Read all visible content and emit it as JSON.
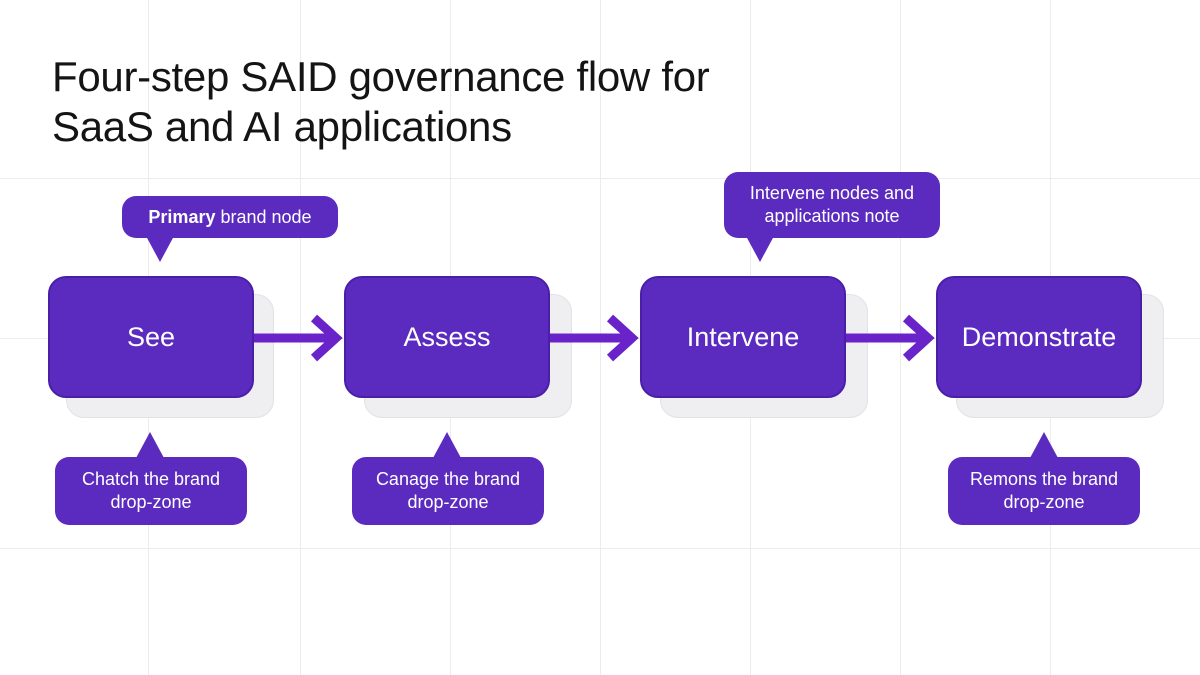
{
  "title": {
    "line1": "Four-step SAID governance flow for",
    "line2": "SaaS and AI applications"
  },
  "nodes": [
    {
      "label": "See"
    },
    {
      "label": "Assess"
    },
    {
      "label": "Intervene"
    },
    {
      "label": "Demonstrate"
    }
  ],
  "callouts_top": {
    "primary": {
      "bold": "Primary",
      "rest": " brand node"
    },
    "intervene": {
      "line1": "Intervene nodes and",
      "line2": "applications note"
    }
  },
  "callouts_bottom": [
    {
      "line1": "Chatch the brand",
      "line2": "drop-zone"
    },
    {
      "line1": "Canage the brand",
      "line2": "drop-zone"
    },
    {
      "line1": "Remons the brand",
      "line2": "drop-zone"
    }
  ],
  "colors": {
    "node_fill": "#5b2bc0",
    "arrow": "#6a23c8",
    "background": "#ffffff",
    "title_text": "#141414"
  }
}
